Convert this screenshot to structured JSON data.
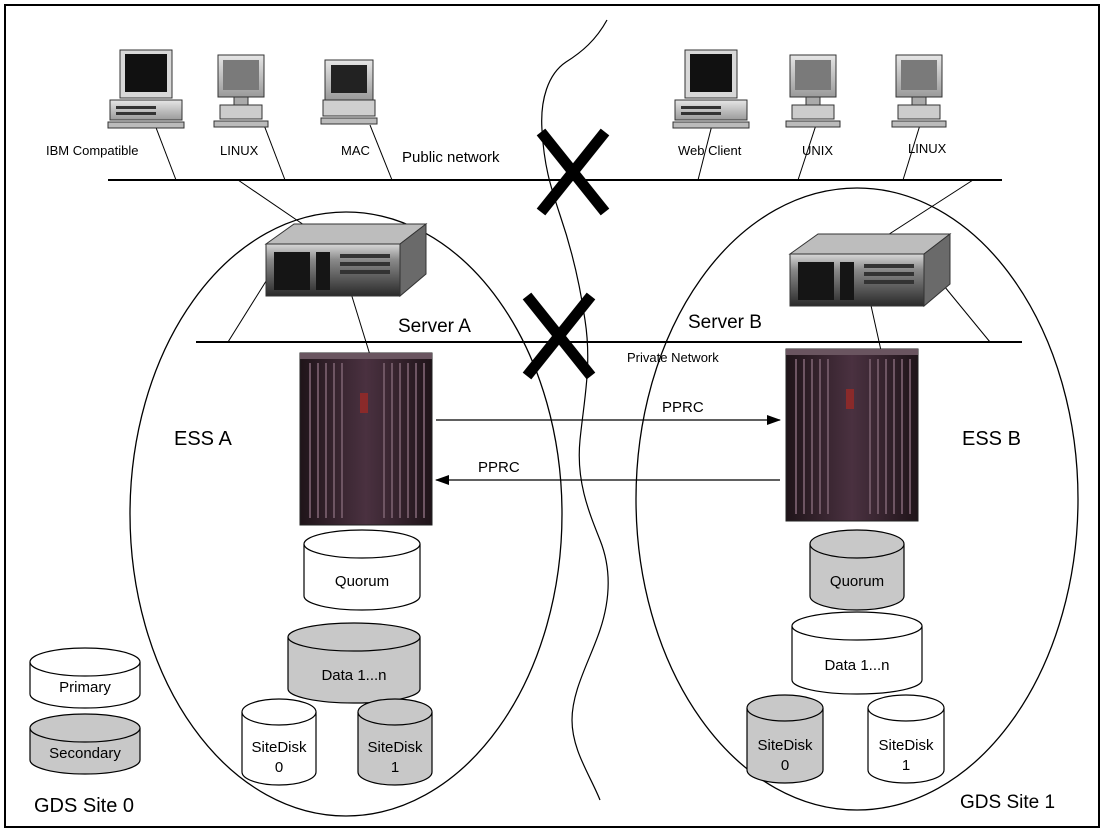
{
  "clients": {
    "left": [
      "IBM Compatible",
      "LINUX",
      "MAC"
    ],
    "right": [
      "Web Client",
      "UNIX",
      "LINUX"
    ]
  },
  "networks": {
    "public": "Public network",
    "private": "Private Network"
  },
  "servers": {
    "a": "Server A",
    "b": "Server B"
  },
  "storage": {
    "a": "ESS A",
    "b": "ESS B",
    "link_label": "PPRC"
  },
  "sites": {
    "site0": {
      "label": "GDS Site 0",
      "quorum": "Quorum",
      "data": "Data 1...n",
      "sitedisk0": [
        "SiteDisk",
        "0"
      ],
      "sitedisk1": [
        "SiteDisk",
        "1"
      ]
    },
    "site1": {
      "label": "GDS Site 1",
      "quorum": "Quorum",
      "data": "Data 1...n",
      "sitedisk0": [
        "SiteDisk",
        "0"
      ],
      "sitedisk1": [
        "SiteDisk",
        "1"
      ]
    }
  },
  "legend": {
    "primary": "Primary",
    "secondary": "Secondary"
  },
  "colors": {
    "primary_disk": "#ffffff",
    "secondary_disk": "#c8c8c8",
    "ess_body": "#2e1b24",
    "server_body": "#3a3a3a"
  },
  "icons": {
    "failure": "x-mark-icon",
    "client": "desktop-computer-icon"
  }
}
